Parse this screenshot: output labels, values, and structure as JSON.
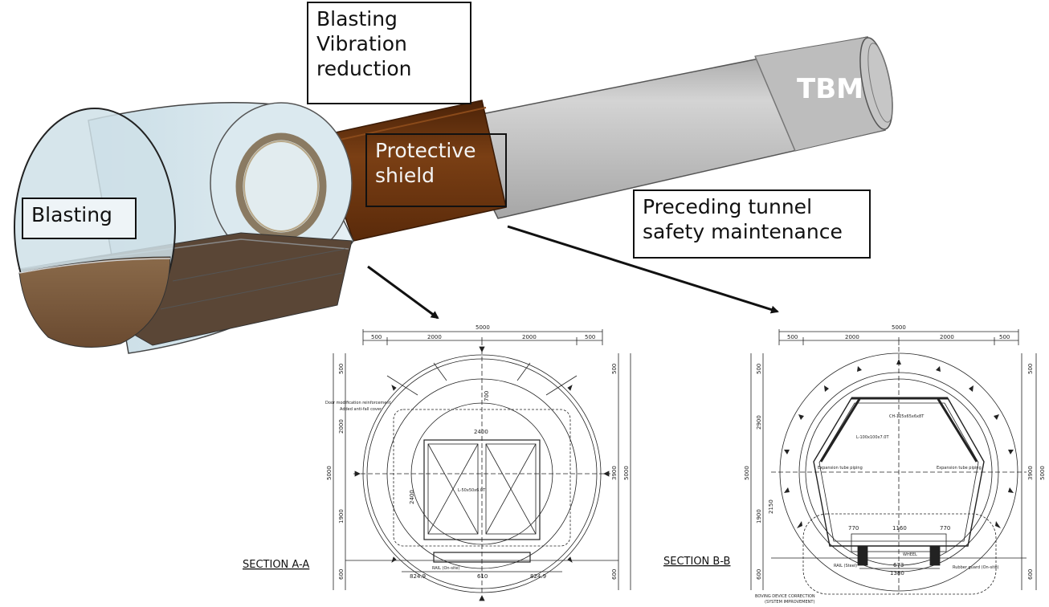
{
  "labels": {
    "blasting_vibration": [
      "Blasting",
      "Vibration",
      "reduction"
    ],
    "blasting": "Blasting",
    "protective_shield": [
      "Protective",
      "shield"
    ],
    "preceding_tunnel": [
      "Preceding tunnel",
      "safety maintenance"
    ],
    "tbm": "TBM"
  },
  "section_a": {
    "title": "SECTION A-A",
    "top_total": "5000",
    "top_parts": [
      "500",
      "2000",
      "2000",
      "500"
    ],
    "left_dims": [
      "500",
      "2000",
      "5000",
      "1900",
      "600"
    ],
    "right_dims": [
      "500",
      "3900",
      "5000",
      "600"
    ],
    "inner_width": "2400",
    "crown": "700",
    "inner_height": "2400",
    "member": "L-50x50x6.0T",
    "notes": [
      "Door modification reinforcement",
      "Added anti-fall cover"
    ],
    "rail": "RAIL (On-site)",
    "bottom_dims": [
      "824.9",
      "610",
      "824.9"
    ]
  },
  "section_b": {
    "title": "SECTION B-B",
    "top_total": "5000",
    "top_parts": [
      "500",
      "2000",
      "2000",
      "500"
    ],
    "left_dims": [
      "500",
      "2900",
      "5000",
      "2150",
      "1900",
      "600"
    ],
    "right_dims": [
      "500",
      "3900",
      "5000",
      "600"
    ],
    "channel": "CH-125x65x6x8T",
    "angle": "L-100x100x7.0T",
    "piping_left": "Expansion tube piping",
    "piping_right": "Expansion tube piping",
    "bottom_parts": [
      "770",
      "1160",
      "770"
    ],
    "wheel": "WHEEL",
    "rail": "RAIL (Steel)",
    "rubber": "Rubber guard (On-site)",
    "inner_dims": [
      "673",
      "1380"
    ],
    "footer": [
      "BOVING DEVICE CORRECTION",
      "(SYSTEM IMPROVEMENT)"
    ]
  },
  "colors": {
    "shield": "#6b3410",
    "tbm_body": "#b8b8b8",
    "tunnel_glass": "#d8e8ef",
    "ground": "#7a5a3c"
  }
}
